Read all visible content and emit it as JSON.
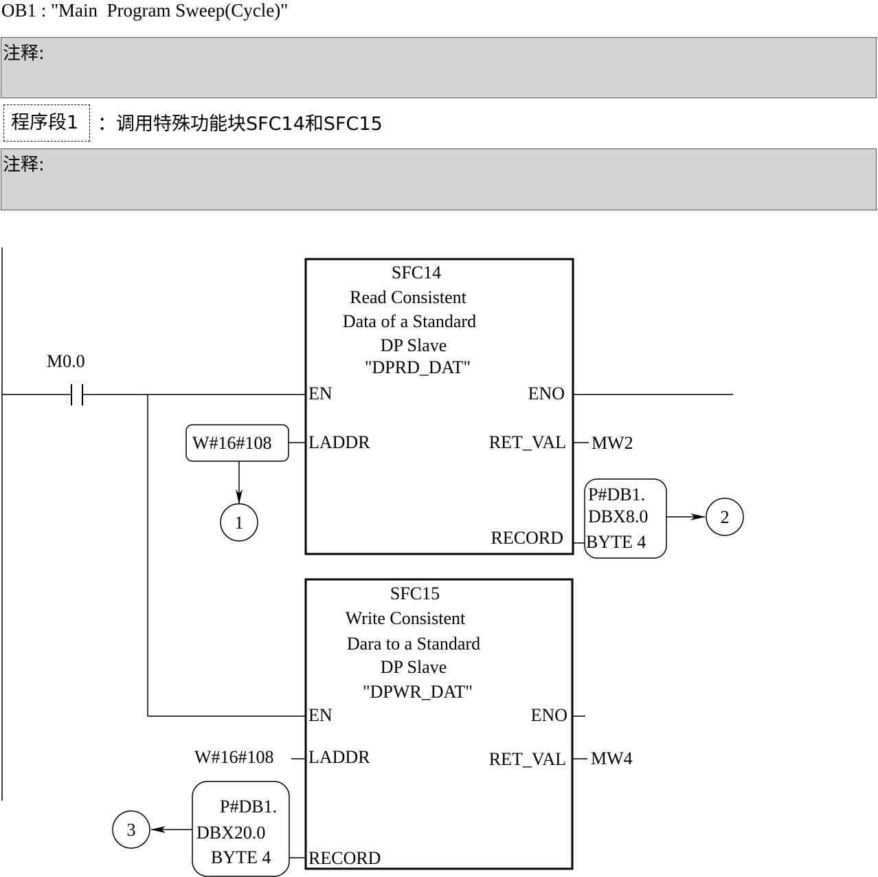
{
  "header": {
    "ob_title": "OB1 : \"Main  Program Sweep(Cycle)\"",
    "comment_label_1": "注释:",
    "network_tag": "程序段1",
    "network_desc": "：调用特殊功能块SFC14和SFC15",
    "comment_label_2": "注释:"
  },
  "ladder": {
    "contact_label": "M0.0",
    "sfc14": {
      "title_lines": [
        "SFC14",
        "Read  Consistent",
        "Data   of   a  Standard",
        "DP   Slave",
        "\"DPRD_DAT\""
      ],
      "pins": {
        "en": "EN",
        "eno": "ENO",
        "laddr": "LADDR",
        "ret_val": "RET_VAL",
        "record": "RECORD"
      },
      "laddr_value": "W#16#108",
      "ret_val_value": "MW2",
      "record_value_lines": [
        "P#DB1.",
        "DBX8.0",
        "BYTE 4"
      ],
      "callout_laddr": "1",
      "callout_record": "2"
    },
    "sfc15": {
      "title_lines": [
        "SFC15",
        "Write   Consistent",
        "Dara   to   a   Standard",
        "DP  Slave",
        "\"DPWR_DAT\""
      ],
      "pins": {
        "en": "EN",
        "eno": "ENO",
        "laddr": "LADDR",
        "ret_val": "RET_VAL",
        "record": "RECORD"
      },
      "laddr_value": "W#16#108",
      "ret_val_value": "MW4",
      "record_value_lines": [
        "P#DB1.",
        "DBX20.0",
        "BYTE  4"
      ],
      "callout_record": "3"
    }
  }
}
